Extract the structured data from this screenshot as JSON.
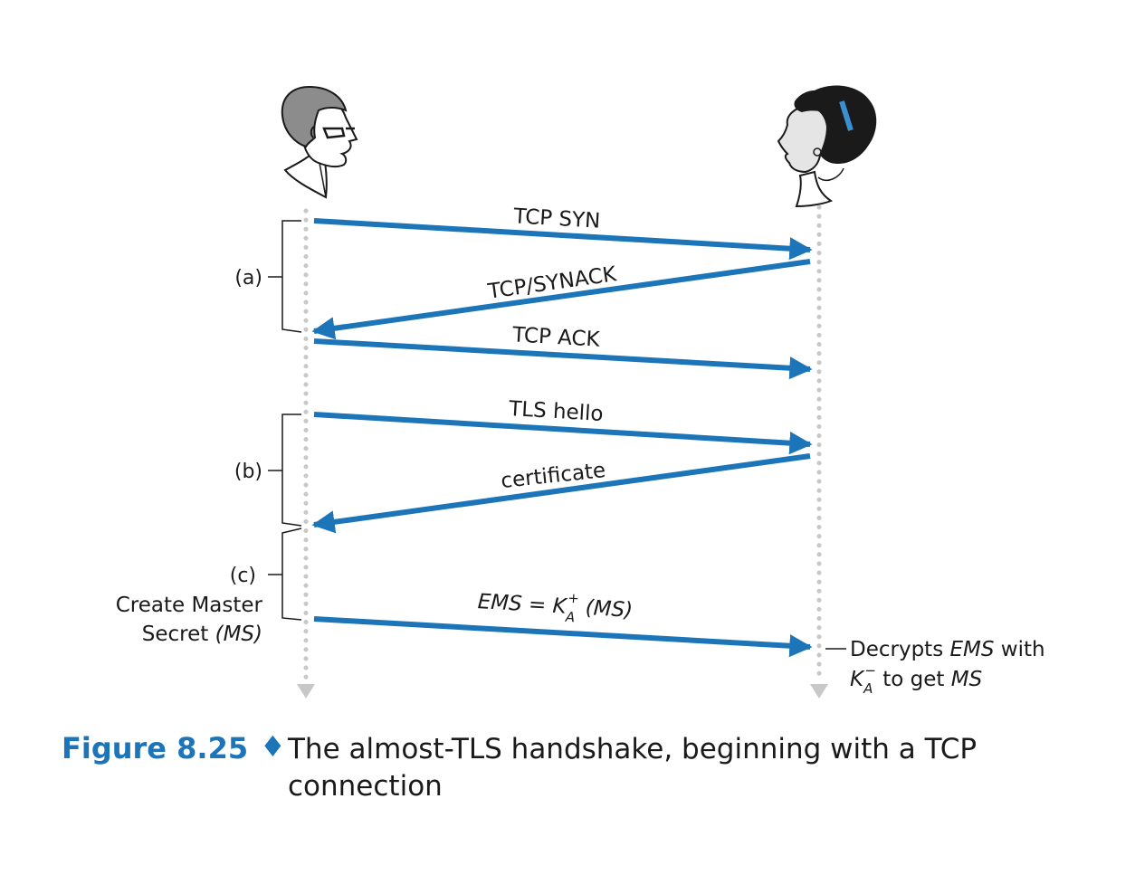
{
  "diagram": {
    "actors": [
      {
        "name": "client-person-icon"
      },
      {
        "name": "server-person-icon"
      }
    ],
    "messages": {
      "tcp_syn": "TCP SYN",
      "tcp_synack": "TCP/SYNACK",
      "tcp_ack": "TCP ACK",
      "tls_hello": "TLS hello",
      "certificate": "certificate",
      "ems": {
        "lhs": "EMS",
        "eq": " = ",
        "k": "K",
        "sub": "A",
        "sup": "+",
        "arg": " (MS)"
      }
    },
    "phases": {
      "a": "(a)",
      "b": "(b)",
      "c": "(c)"
    },
    "client_note": {
      "line1": "Create Master",
      "line2_plain": "Secret ",
      "line2_ital": "(MS)"
    },
    "server_note": {
      "line1_plain": "Decrypts ",
      "line1_ital": "EMS",
      "line1_end": " with",
      "k": "K",
      "sub": "A",
      "sup": "−",
      "line2_plain": " to get ",
      "line2_ital": "MS"
    },
    "colors": {
      "arrow": "#1c75b8",
      "lifeline": "#c8c8c8",
      "caption_accent": "#1c75b8"
    }
  },
  "caption": {
    "figure": "Figure 8.25",
    "bullet": "♦",
    "line1": "The almost-TLS handshake, beginning with a TCP",
    "line2": "connection"
  }
}
